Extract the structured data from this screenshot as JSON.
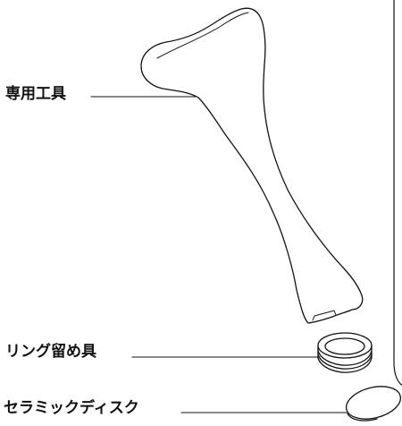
{
  "labels": {
    "tool": "専用工具",
    "ring": "リング留め具",
    "disk": "セラミックディスク"
  }
}
